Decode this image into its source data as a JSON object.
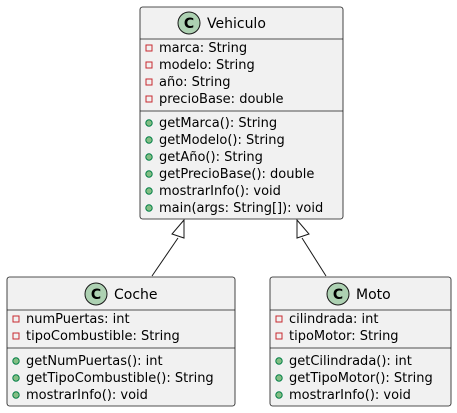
{
  "diagram": {
    "type": "uml-class-diagram",
    "classes": {
      "vehiculo": {
        "stereotype_letter": "C",
        "name": "Vehiculo",
        "attributes": [
          {
            "visibility": "private",
            "text": "marca: String"
          },
          {
            "visibility": "private",
            "text": "modelo: String"
          },
          {
            "visibility": "private",
            "text": "año: String"
          },
          {
            "visibility": "private",
            "text": "precioBase: double"
          }
        ],
        "methods": [
          {
            "visibility": "public",
            "text": "getMarca(): String"
          },
          {
            "visibility": "public",
            "text": "getModelo(): String"
          },
          {
            "visibility": "public",
            "text": "getAño(): String"
          },
          {
            "visibility": "public",
            "text": "getPrecioBase(): double"
          },
          {
            "visibility": "public",
            "text": "mostrarInfo(): void"
          },
          {
            "visibility": "public",
            "text": "main(args: String[]): void"
          }
        ]
      },
      "coche": {
        "stereotype_letter": "C",
        "name": "Coche",
        "attributes": [
          {
            "visibility": "private",
            "text": "numPuertas: int"
          },
          {
            "visibility": "private",
            "text": "tipoCombustible: String"
          }
        ],
        "methods": [
          {
            "visibility": "public",
            "text": "getNumPuertas(): int"
          },
          {
            "visibility": "public",
            "text": "getTipoCombustible(): String"
          },
          {
            "visibility": "public",
            "text": "mostrarInfo(): void"
          }
        ]
      },
      "moto": {
        "stereotype_letter": "C",
        "name": "Moto",
        "attributes": [
          {
            "visibility": "private",
            "text": "cilindrada: int"
          },
          {
            "visibility": "private",
            "text": "tipoMotor: String"
          }
        ],
        "methods": [
          {
            "visibility": "public",
            "text": "getCilindrada(): int"
          },
          {
            "visibility": "public",
            "text": "getTipoMotor(): String"
          },
          {
            "visibility": "public",
            "text": "mostrarInfo(): void"
          }
        ]
      }
    },
    "relations": [
      {
        "type": "inheritance",
        "from": "Coche",
        "to": "Vehiculo"
      },
      {
        "type": "inheritance",
        "from": "Moto",
        "to": "Vehiculo"
      }
    ],
    "colors": {
      "box_fill": "#f1f1f1",
      "stroke": "#181818",
      "badge_fill": "#add1b2",
      "private_marker": "#c82930",
      "public_marker": "#84be84"
    }
  }
}
